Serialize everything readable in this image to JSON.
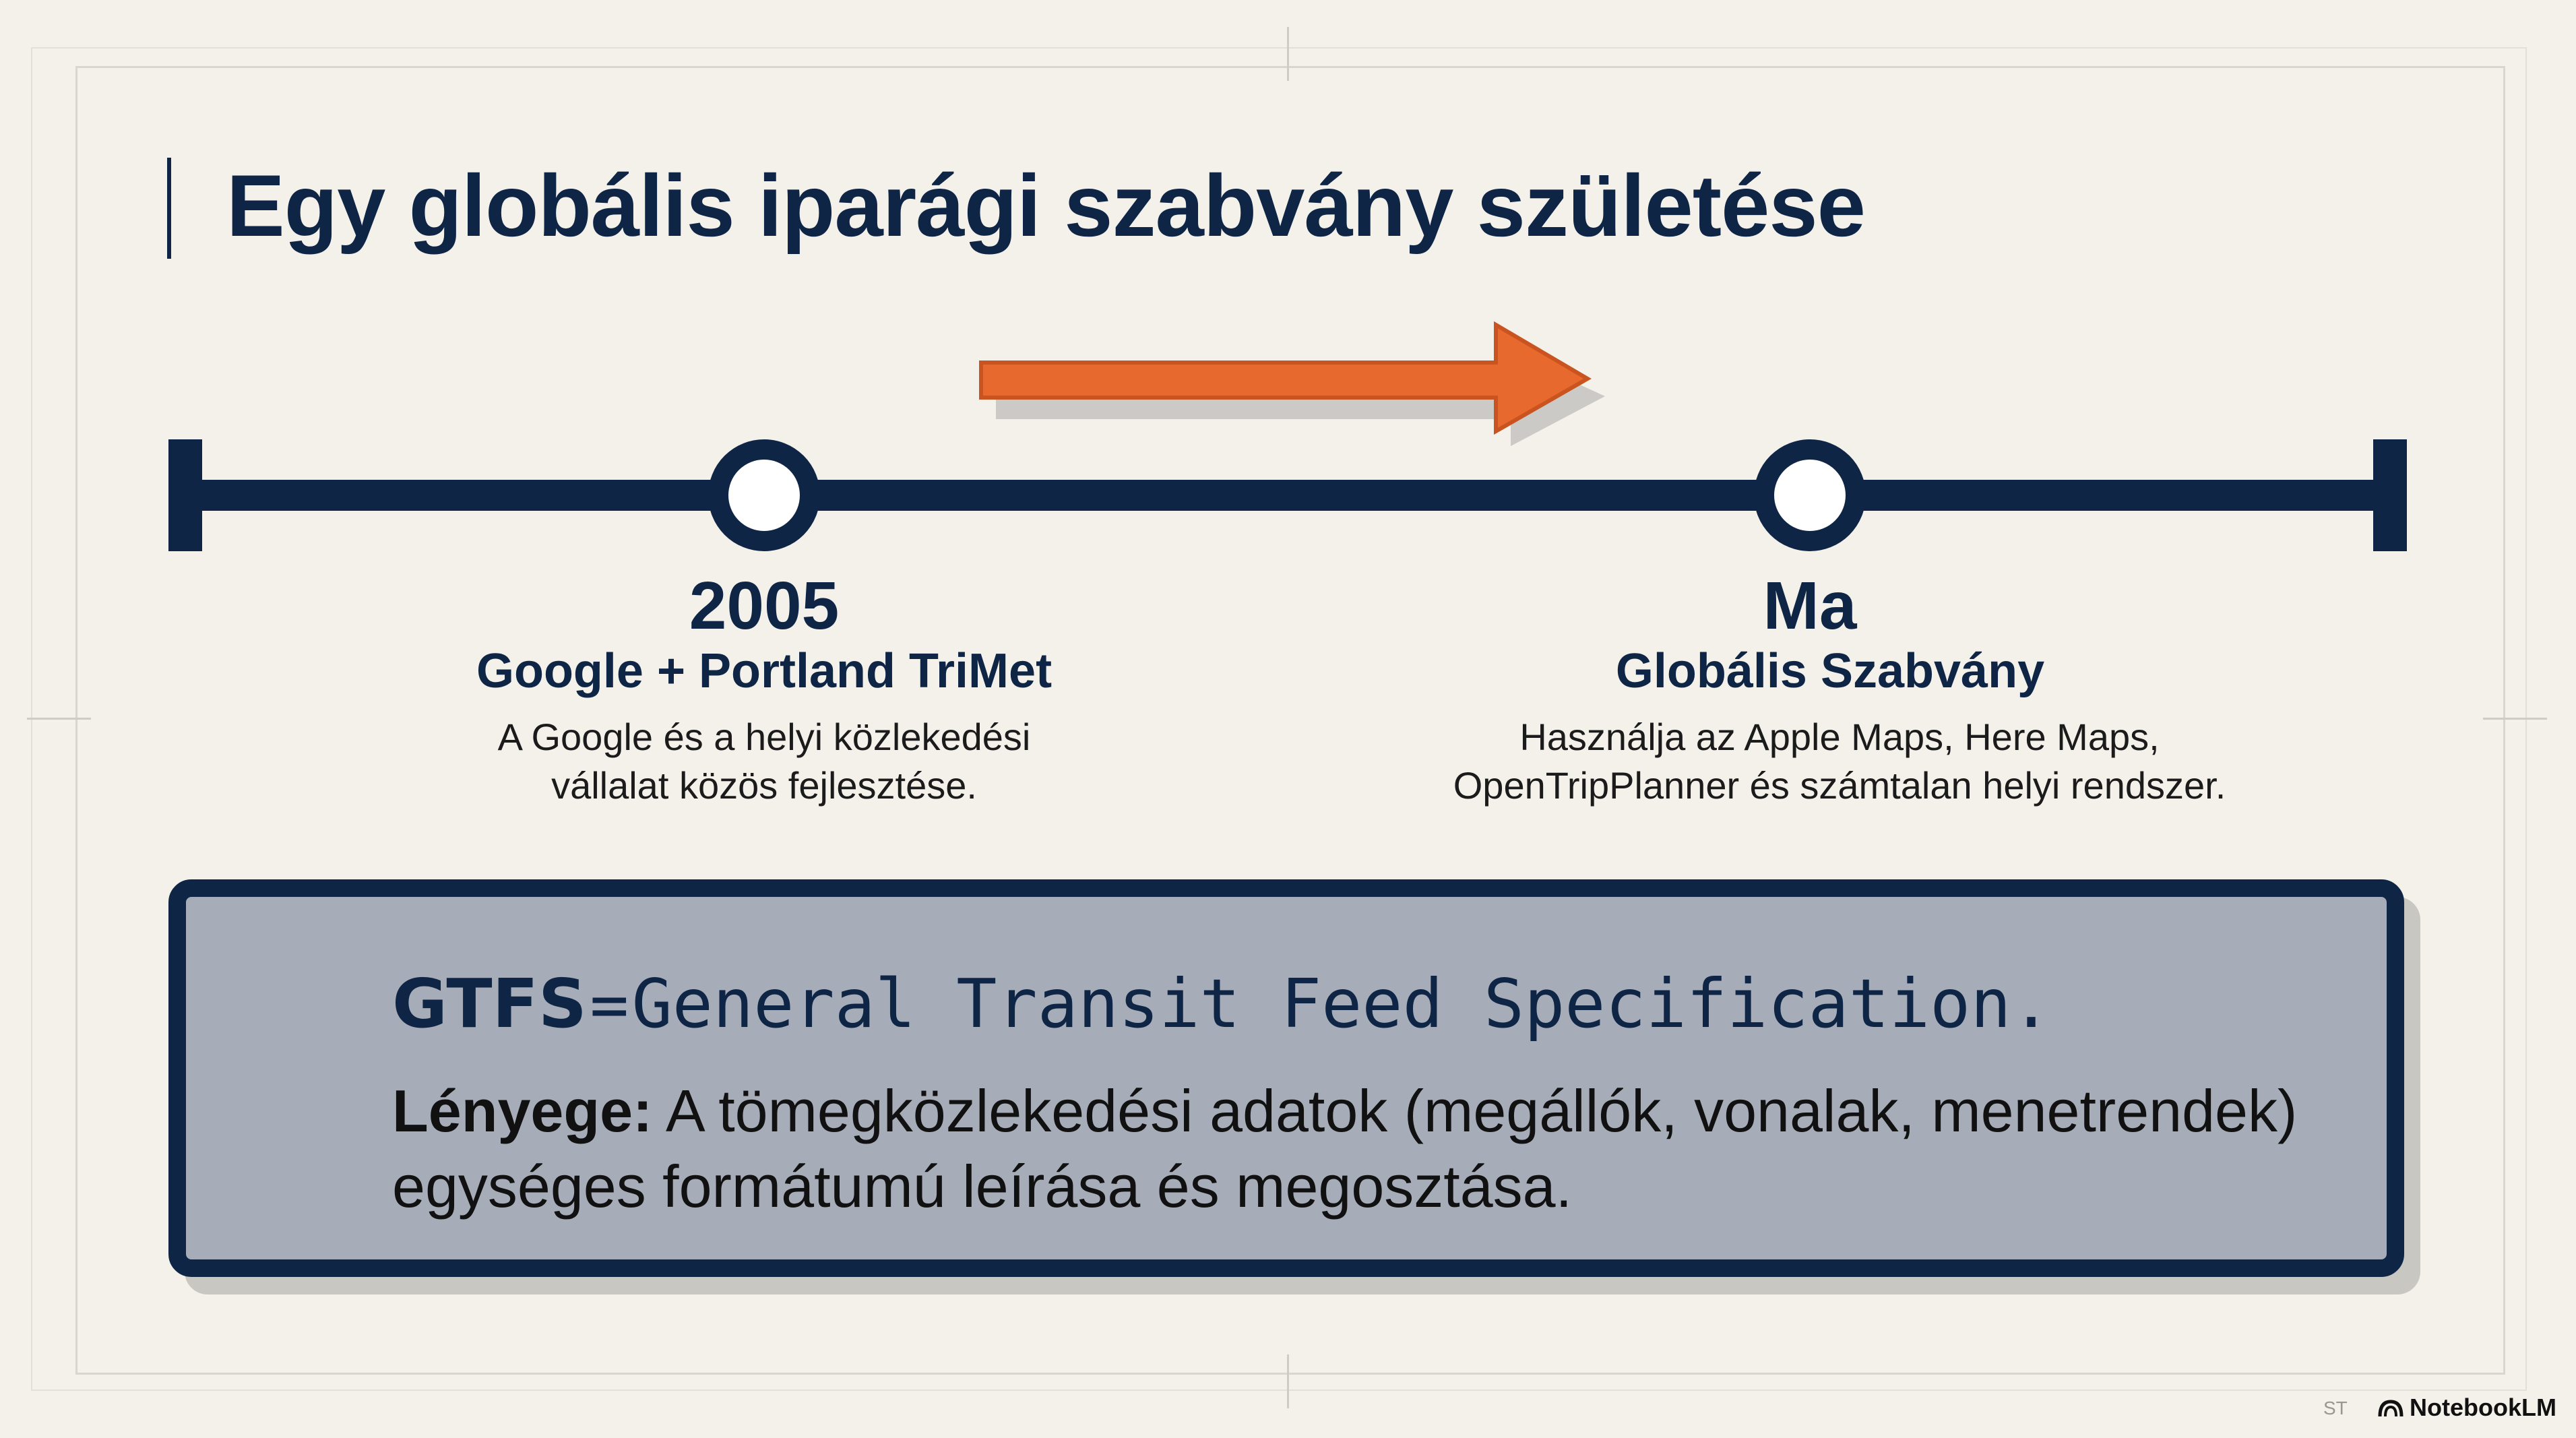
{
  "slide": {
    "title": "Egy globális iparági szabvány születése"
  },
  "timeline": {
    "events": [
      {
        "year": "2005",
        "heading": "Google + Portland TriMet",
        "description_lines": [
          "A Google és a helyi közlekedési",
          "vállalat közös fejlesztése."
        ]
      },
      {
        "year": "Ma",
        "heading": "Globális Szabvány",
        "description_lines": [
          "Használja az Apple Maps, Here Maps,",
          "OpenTripPlanner és számtalan helyi rendszer."
        ]
      }
    ],
    "arrow_icon": "right-arrow-icon",
    "accent_color": "#e8692e",
    "line_color": "#0f2546"
  },
  "definition": {
    "acronym": "GTFS",
    "equals": "=",
    "expansion": "General Transit Feed Specification.",
    "label": "Lényege:",
    "text": " A tömegközlekedési adatok (megállók, vonalak, menetrendek) egységes formátumú leírása és megosztása."
  },
  "footer": {
    "mark": "ST",
    "brand": "NotebookLM",
    "brand_icon": "notebooklm-logo-icon"
  }
}
